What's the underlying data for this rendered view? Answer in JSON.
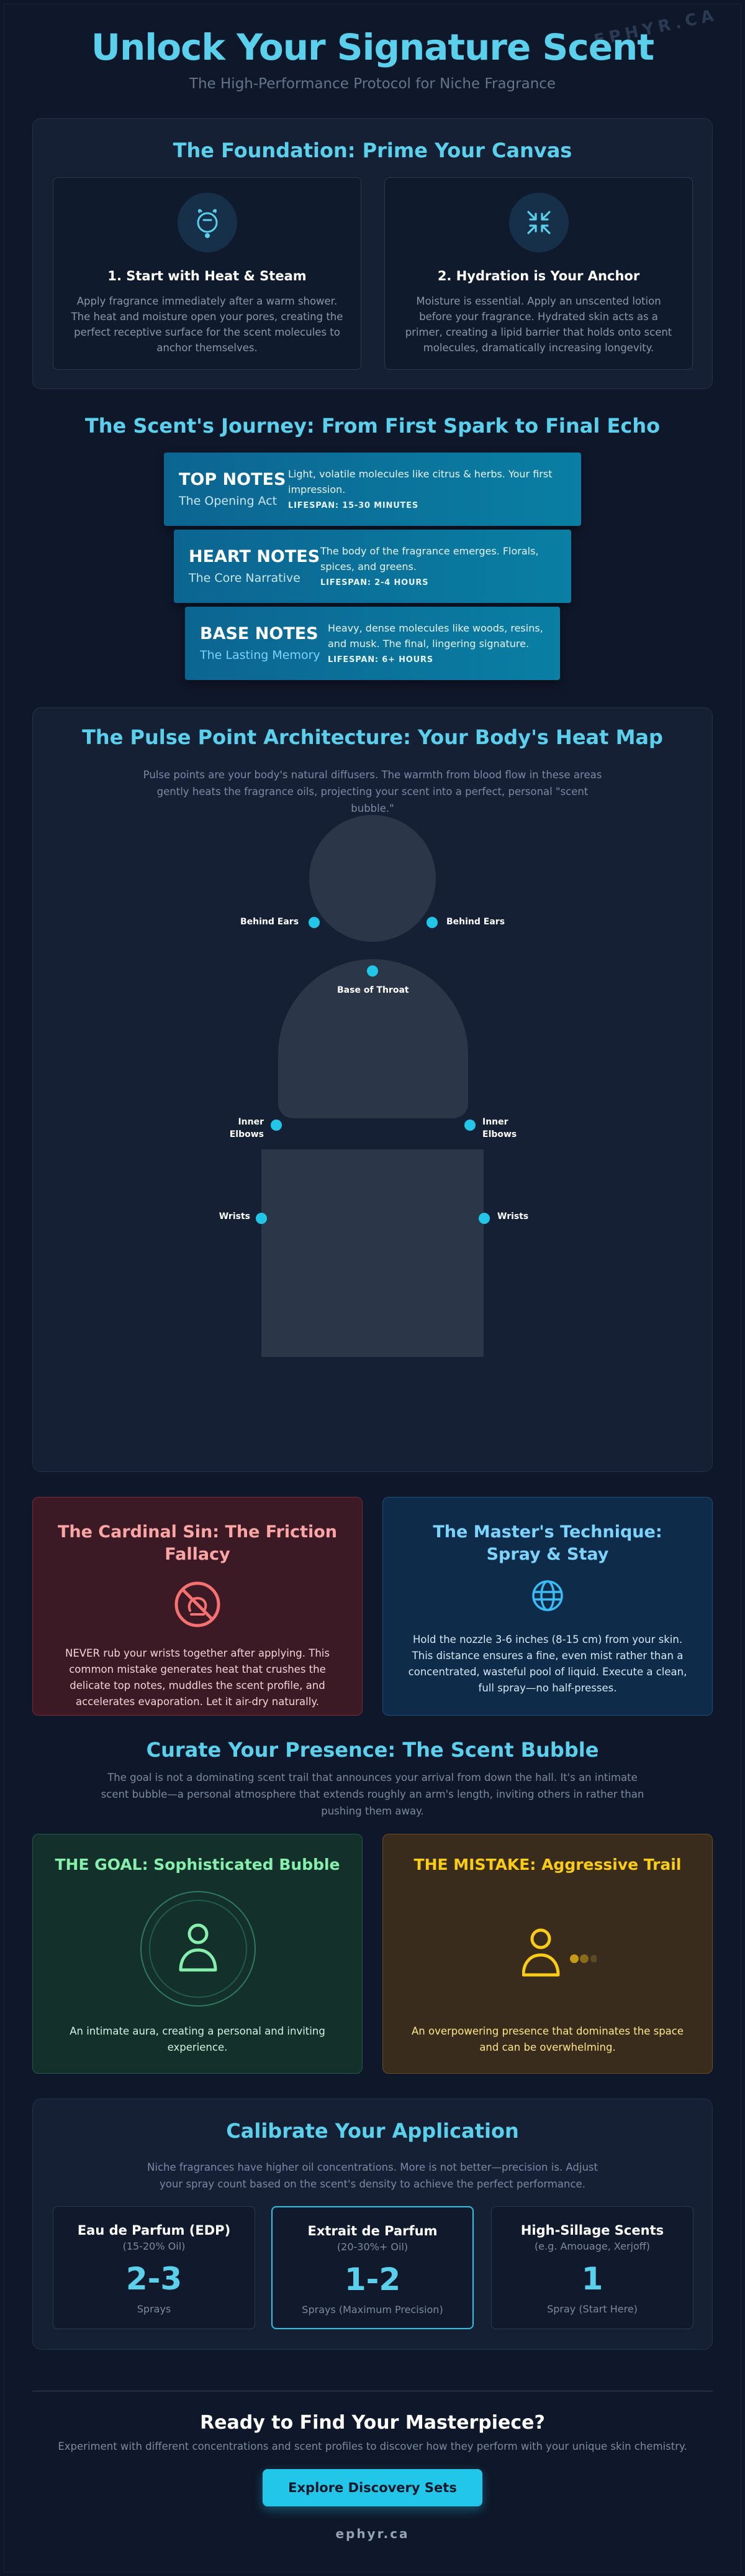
{
  "brand": {
    "watermark": "EPHYR.CA"
  },
  "header": {
    "title": "Unlock Your Signature Scent",
    "subtitle": "The High-Performance Protocol for Niche Fragrance"
  },
  "foundation": {
    "title": "The Foundation: Prime Your Canvas",
    "cards": [
      {
        "icon": "shower-icon",
        "title": "1. Start with Heat & Steam",
        "text": "Apply fragrance immediately after a warm shower. The heat and moisture open your pores, creating the perfect receptive surface for the scent molecules to anchor themselves."
      },
      {
        "icon": "compress-arrows-icon",
        "title": "2. Hydration is Your Anchor",
        "text": "Moisture is essential. Apply an unscented lotion before your fragrance. Hydrated skin acts as a primer, creating a lipid barrier that holds onto scent molecules, dramatically increasing longevity."
      }
    ]
  },
  "journey": {
    "title": "The Scent's Journey: From First Spark to Final Echo",
    "notes": [
      {
        "name": "TOP NOTES",
        "subtitle": "The Opening Act",
        "text": "Light, volatile molecules like citrus & herbs. Your first impression.",
        "lifespan": "LIFESPAN: 15-30 MINUTES"
      },
      {
        "name": "HEART NOTES",
        "subtitle": "The Core Narrative",
        "text": "The body of the fragrance emerges. Florals, spices, and greens.",
        "lifespan": "LIFESPAN: 2-4 HOURS"
      },
      {
        "name": "BASE NOTES",
        "subtitle": "The Lasting Memory",
        "text": "Heavy, dense molecules like woods, resins, and musk. The final, lingering signature.",
        "lifespan": "LIFESPAN: 6+ HOURS"
      }
    ]
  },
  "pulse": {
    "title": "The Pulse Point Architecture: Your Body's Heat Map",
    "intro": "Pulse points are your body's natural diffusers. The warmth from blood flow in these areas gently heats the fragrance oils, projecting your scent into a perfect, personal \"scent bubble.\"",
    "points": {
      "ears_left": "Behind Ears",
      "ears_right": "Behind Ears",
      "throat": "Base of Throat",
      "elbows_left": "Inner Elbows",
      "elbows_right": "Inner Elbows",
      "wrists_left": "Wrists",
      "wrists_right": "Wrists"
    }
  },
  "sin": {
    "title": "The Cardinal Sin: The Friction Fallacy",
    "icon": "no-rubbing-icon",
    "text": "NEVER rub your wrists together after applying. This common mistake generates heat that crushes the delicate top notes, muddles the scent profile, and accelerates evaporation. Let it air-dry naturally."
  },
  "technique": {
    "title": "The Master's Technique: Spray & Stay",
    "icon": "globe-icon",
    "text": "Hold the nozzle 3-6 inches (8-15 cm) from your skin. This distance ensures a fine, even mist rather than a concentrated, wasteful pool of liquid. Execute a clean, full spray—no half-presses."
  },
  "bubble": {
    "title": "Curate Your Presence: The Scent Bubble",
    "intro": "The goal is not a dominating scent trail that announces your arrival from down the hall. It's an intimate scent bubble—a personal atmosphere that extends roughly an arm's length, inviting others in rather than pushing them away.",
    "goal": {
      "title": "THE GOAL: Sophisticated Bubble",
      "text": "An intimate aura, creating a personal and inviting experience."
    },
    "mistake": {
      "title": "THE MISTAKE: Aggressive Trail",
      "text": "An overpowering presence that dominates the space and can be overwhelming."
    }
  },
  "calibrate": {
    "title": "Calibrate Your Application",
    "intro": "Niche fragrances have higher oil concentrations. More is not better—precision is. Adjust your spray count based on the scent's density to achieve the perfect performance.",
    "cards": [
      {
        "name": "Eau de Parfum (EDP)",
        "sub": "(15-20% Oil)",
        "count": "2-3",
        "unit": "Sprays"
      },
      {
        "name": "Extrait de Parfum",
        "sub": "(20-30%+ Oil)",
        "count": "1-2",
        "unit": "Sprays (Maximum Precision)"
      },
      {
        "name": "High-Sillage Scents",
        "sub": "(e.g. Amouage, Xerjoff)",
        "count": "1",
        "unit": "Spray (Start Here)"
      }
    ]
  },
  "cta": {
    "title": "Ready to Find Your Masterpiece?",
    "text": "Experiment with different concentrations and scent profiles to discover how they perform with your unique skin chemistry.",
    "button": "Explore Discovery Sets"
  },
  "footer": {
    "text": "ephyr.ca"
  },
  "colors": {
    "accent": "#5ad0ec",
    "button": "#22c6e8",
    "sin": "#f87171",
    "goal": "#86efac",
    "mistake": "#facc15"
  }
}
